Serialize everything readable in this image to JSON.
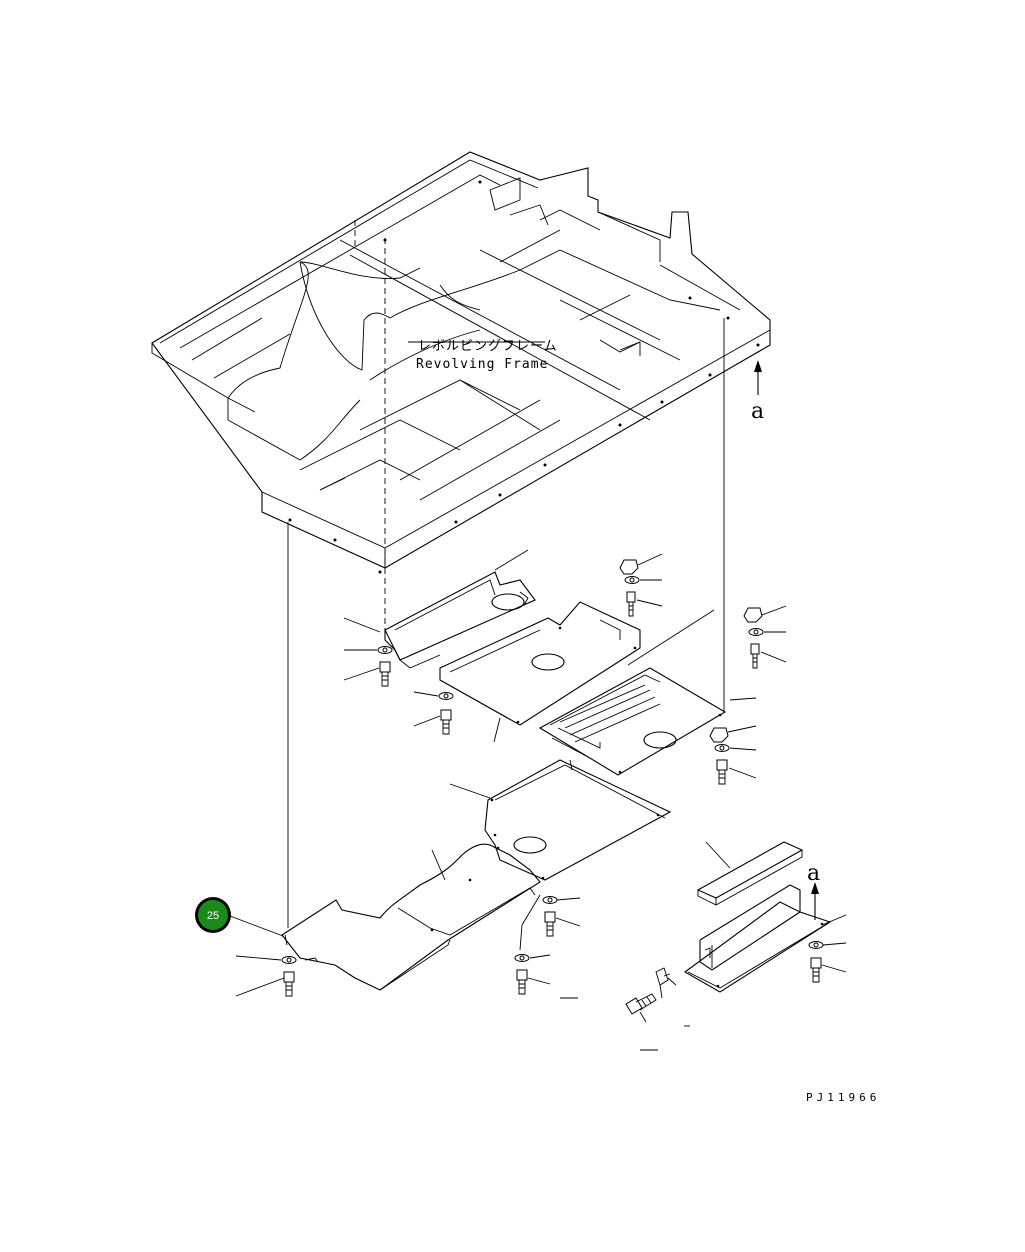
{
  "frame_label": {
    "japanese": "レボルビングフレーム",
    "english": "Revolving Frame"
  },
  "view_marker_top": "a",
  "view_marker_bottom": "a",
  "callout": {
    "number": "25",
    "fill_color": "#1a8a1a",
    "ring_color": "#000000"
  },
  "drawing_id": "PJ11966"
}
